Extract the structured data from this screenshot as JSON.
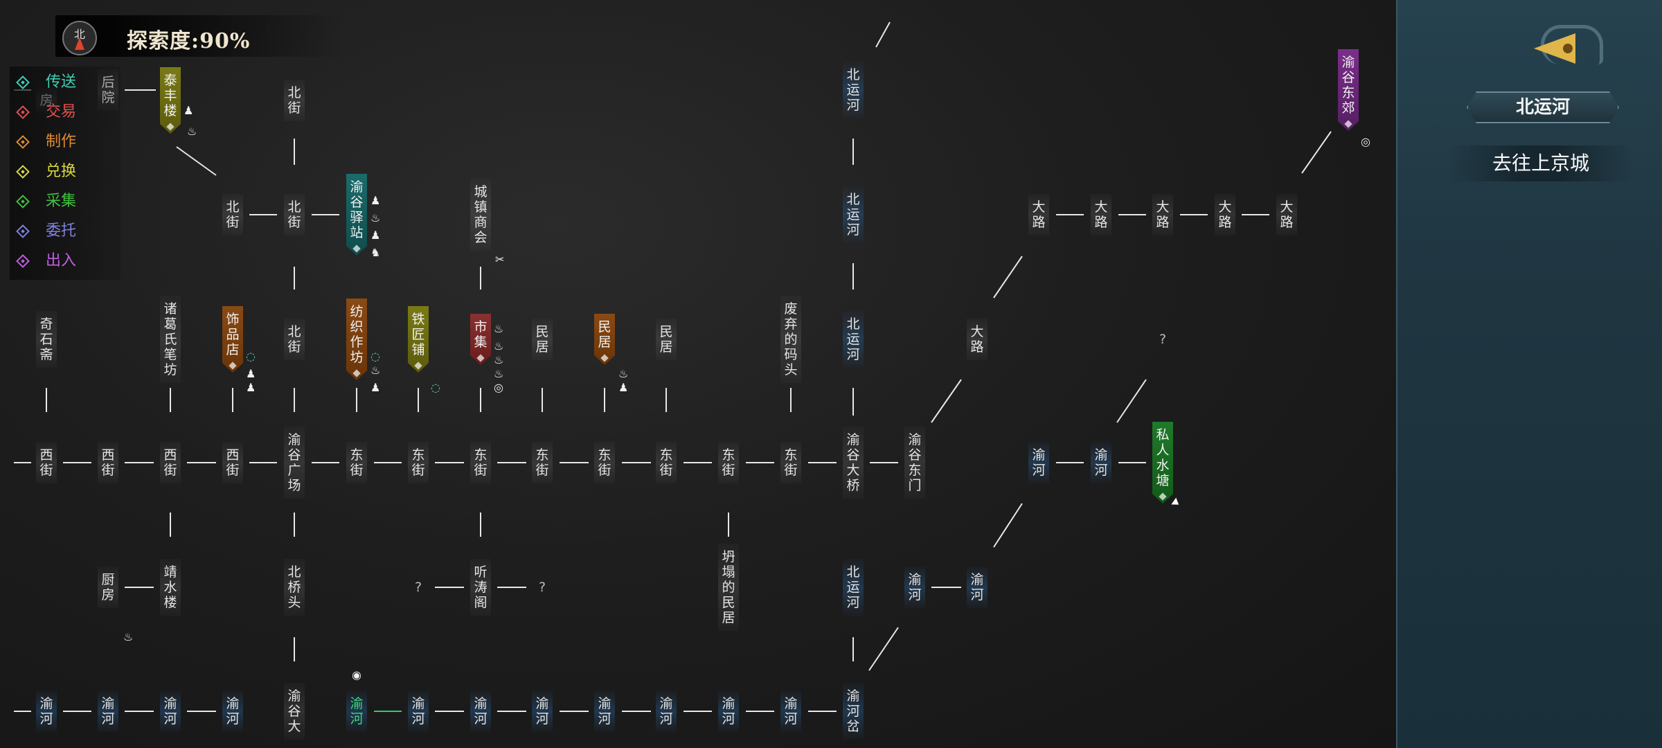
{
  "exploration": {
    "label": "探索度:90%",
    "compass_letter": "北"
  },
  "legend": [
    {
      "label": "传送",
      "color": "#3fd0b8"
    },
    {
      "label": "交易",
      "color": "#e05050"
    },
    {
      "label": "制作",
      "color": "#e08a30"
    },
    {
      "label": "兑换",
      "color": "#d8d840"
    },
    {
      "label": "采集",
      "color": "#40c040"
    },
    {
      "label": "委托",
      "color": "#8080e0"
    },
    {
      "label": "出入",
      "color": "#c060e0"
    }
  ],
  "nodes": [
    {
      "label": "后院"
    },
    {
      "label": "房"
    },
    {
      "label": "泰丰楼"
    },
    {
      "label": "北街"
    },
    {
      "label": "北运河"
    },
    {
      "label": "渝谷东郊"
    },
    {
      "label": "北街"
    },
    {
      "label": "北街"
    },
    {
      "label": "渝谷驿站"
    },
    {
      "label": "城镇商会"
    },
    {
      "label": "北运河"
    },
    {
      "label": "大路"
    },
    {
      "label": "大路"
    },
    {
      "label": "大路"
    },
    {
      "label": "大路"
    },
    {
      "label": "大路"
    },
    {
      "label": "奇石斋"
    },
    {
      "label": "诸葛氏笔坊"
    },
    {
      "label": "饰品店"
    },
    {
      "label": "北街"
    },
    {
      "label": "纺织作坊"
    },
    {
      "label": "铁匠铺"
    },
    {
      "label": "市集"
    },
    {
      "label": "民居"
    },
    {
      "label": "民居"
    },
    {
      "label": "民居"
    },
    {
      "label": "废弃的码头"
    },
    {
      "label": "北运河"
    },
    {
      "label": "大路"
    },
    {
      "label": "?"
    },
    {
      "label": "西街"
    },
    {
      "label": "西街"
    },
    {
      "label": "西街"
    },
    {
      "label": "西街"
    },
    {
      "label": "渝谷广场"
    },
    {
      "label": "东街"
    },
    {
      "label": "东街"
    },
    {
      "label": "东街"
    },
    {
      "label": "东街"
    },
    {
      "label": "东街"
    },
    {
      "label": "东街"
    },
    {
      "label": "东街"
    },
    {
      "label": "东街"
    },
    {
      "label": "渝谷大桥"
    },
    {
      "label": "渝谷东门"
    },
    {
      "label": "渝河"
    },
    {
      "label": "渝河"
    },
    {
      "label": "私人水塘"
    },
    {
      "label": "厨房"
    },
    {
      "label": "靖水楼"
    },
    {
      "label": "北桥头"
    },
    {
      "label": "?"
    },
    {
      "label": "听涛阁"
    },
    {
      "label": "?"
    },
    {
      "label": "坍塌的民居"
    },
    {
      "label": "北运河"
    },
    {
      "label": "渝河"
    },
    {
      "label": "渝河"
    },
    {
      "label": "渝河"
    },
    {
      "label": "渝河"
    },
    {
      "label": "渝河"
    },
    {
      "label": "渝河"
    },
    {
      "label": "渝谷大"
    },
    {
      "label": "渝河"
    },
    {
      "label": "渝河"
    },
    {
      "label": "渝河"
    },
    {
      "label": "渝河"
    },
    {
      "label": "渝河"
    },
    {
      "label": "渝河"
    },
    {
      "label": "渝河"
    },
    {
      "label": "渝河"
    },
    {
      "label": "渝河岔"
    }
  ],
  "panel": {
    "location_title": "北运河",
    "goto_label": "去往上京城"
  }
}
